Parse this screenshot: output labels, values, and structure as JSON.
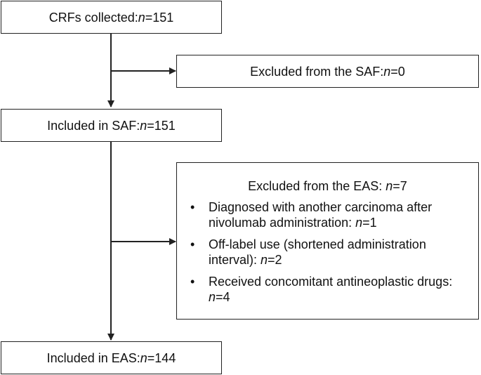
{
  "boxes": {
    "collected": {
      "label": "CRFs collected: ",
      "n_label": "n",
      "value": "=151"
    },
    "excluded_saf": {
      "label": "Excluded from the SAF: ",
      "n_label": "n",
      "value": "=0"
    },
    "included_saf": {
      "label": "Included in SAF: ",
      "n_label": "n",
      "value": "=151"
    },
    "excluded_eas": {
      "label": "Excluded from the EAS: ",
      "n_label": "n",
      "value": "=7",
      "bullet": "•",
      "reasons": [
        {
          "text": "Diagnosed with another carcinoma after nivolumab administration: ",
          "n_label": "n",
          "value": "=1"
        },
        {
          "text": "Off-label use (shortened administration interval): ",
          "n_label": "n",
          "value": "=2"
        },
        {
          "text": "Received concomitant antineoplastic drugs: ",
          "n_label": "n",
          "value": "=4"
        }
      ]
    },
    "included_eas": {
      "label": "Included in EAS: ",
      "n_label": "n",
      "value": "=144"
    }
  },
  "colors": {
    "line": "#222222",
    "border": "#222222",
    "text": "#111111",
    "background": "#ffffff"
  }
}
